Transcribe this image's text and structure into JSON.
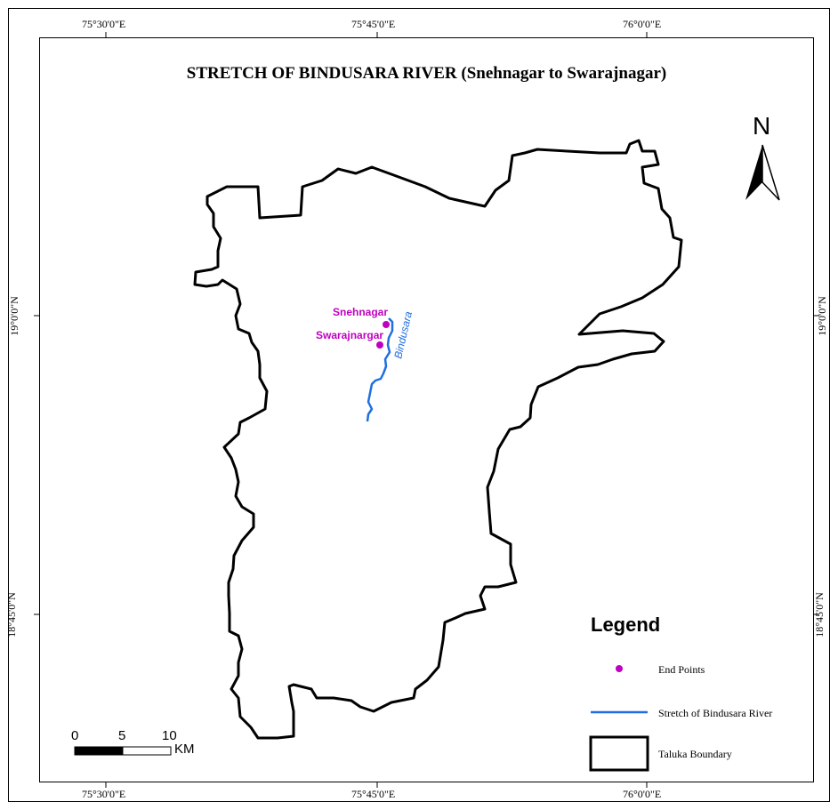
{
  "map": {
    "title": "STRETCH OF BINDUSARA RIVER (Snehnagar to Swarajnagar)",
    "colors": {
      "boundary": "#000000",
      "river": "#1f6fe0",
      "end_points": "#c000c0"
    },
    "longitude_labels": [
      "75°30'0\"E",
      "75°45'0\"E",
      "76°0'0\"E"
    ],
    "latitude_labels": [
      "19°0'0\"N",
      "18°45'0\"N"
    ],
    "places": [
      {
        "name": "Snehnagar"
      },
      {
        "name": "Swarajnargar"
      }
    ],
    "river_label": "Bindusara",
    "north_arrow": {
      "letter": "N",
      "icon": "north-arrow-icon"
    },
    "scale_bar": {
      "ticks": [
        "0",
        "5",
        "10"
      ],
      "unit": "KM"
    },
    "legend": {
      "title": "Legend",
      "items": [
        {
          "label": "End Points",
          "symbol": "point"
        },
        {
          "label": "Stretch of Bindusara River",
          "symbol": "line"
        },
        {
          "label": "Taluka Boundary",
          "symbol": "polygon"
        }
      ]
    }
  }
}
